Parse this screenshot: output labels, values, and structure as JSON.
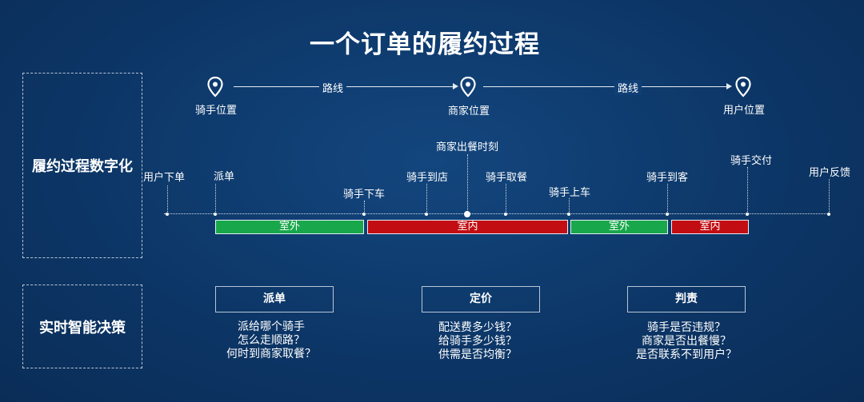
{
  "title": "一个订单的履约过程",
  "left_labels": {
    "digitization": "履约过程数字化",
    "decision": "实时智能决策"
  },
  "route": {
    "pins": [
      {
        "label": "骑手位置",
        "icon": "map-pin-icon"
      },
      {
        "label": "商家位置",
        "icon": "map-pin-icon"
      },
      {
        "label": "用户位置",
        "icon": "map-pin-icon"
      }
    ],
    "segment_labels": [
      "路线",
      "路线"
    ]
  },
  "events": {
    "user_order": "用户下单",
    "dispatch": "派单",
    "rider_park": "骑手下车",
    "rider_arrive_store": "骑手到店",
    "merchant_ready_time": "商家出餐时刻",
    "rider_pickup": "骑手取餐",
    "rider_board": "骑手上车",
    "rider_arrive_customer": "骑手到客",
    "rider_deliver": "骑手交付",
    "user_feedback": "用户反馈"
  },
  "segments": [
    {
      "label": "室外",
      "type": "outdoor"
    },
    {
      "label": "室内",
      "type": "indoor"
    },
    {
      "label": "室外",
      "type": "outdoor"
    },
    {
      "label": "室内",
      "type": "indoor"
    }
  ],
  "decisions": [
    {
      "title": "派单",
      "questions": [
        "派给哪个骑手",
        "怎么走顺路？",
        "何时到商家取餐？"
      ]
    },
    {
      "title": "定价",
      "questions": [
        "配送费多少钱？",
        "给骑手多少钱？",
        "供需是否均衡？"
      ]
    },
    {
      "title": "判责",
      "questions": [
        "骑手是否违规？",
        "商家是否出餐慢？",
        "是否联系不到用户？"
      ]
    }
  ],
  "colors": {
    "background": "#0d3a6c",
    "outdoor": "#18a84b",
    "indoor": "#c20e13"
  }
}
